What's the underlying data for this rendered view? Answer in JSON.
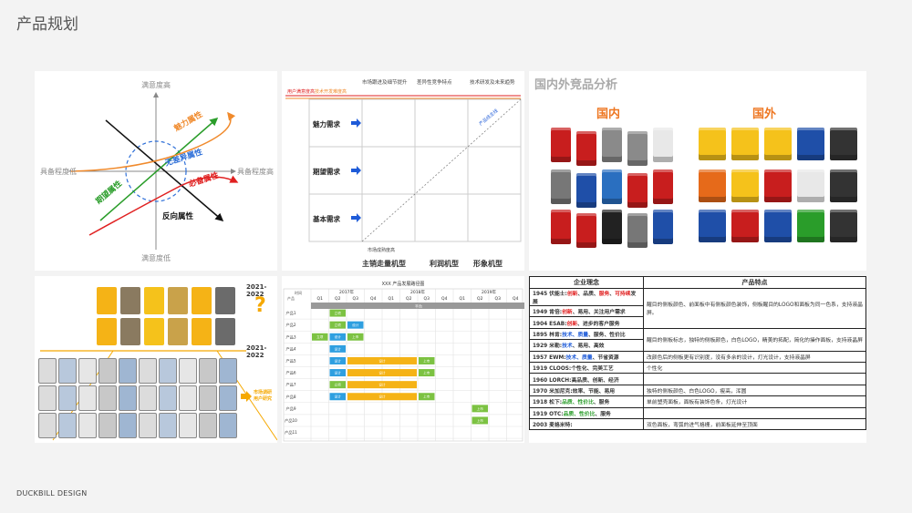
{
  "page": {
    "title": "产品规划",
    "footer": "DUCKBILL DESIGN"
  },
  "kano": {
    "top_label": "满意度高",
    "bottom_label": "满意度低",
    "left_label": "具备程度低",
    "right_label": "具备程度高",
    "charm": "魅力属性",
    "indifferent": "无差异属性",
    "must": "必备属性",
    "expected": "期望属性",
    "reverse": "反向属性",
    "colors": {
      "charm": "#f08a2c",
      "must": "#e02020",
      "expected": "#2a9d2a",
      "reverse": "#111111",
      "indifferent": "#2e6fd8"
    }
  },
  "matrix": {
    "top_labels": [
      "市场跟进及细节提升",
      "差异性竞争特点",
      "技术研发及未来趋势"
    ],
    "legend_red": "用户满意度高",
    "legend_orange": "技术开发难度高",
    "rows": [
      "魅力需求",
      "期望需求",
      "基本需求"
    ],
    "cols": [
      "主销走量机型",
      "利润机型",
      "形象机型"
    ],
    "bottom_note": "市场成熟度高",
    "diag_label": "产品线主线"
  },
  "competitor": {
    "title": "国内外竞品分析",
    "domestic": "国内",
    "foreign": "国外"
  },
  "evolution": {
    "year_top": "2021-2022",
    "year_mid": "2021-2022",
    "question": "?",
    "note1": "市场调研",
    "note2": "用户研究"
  },
  "gantt": {
    "title": "XXX 产品发展路径图",
    "row_header": "产品",
    "col_header": "时间",
    "years": [
      "2017年",
      "2018年",
      "2019年"
    ],
    "quarters": [
      "Q1",
      "Q2",
      "Q3",
      "Q4",
      "Q1",
      "Q2",
      "Q3",
      "Q4",
      "Q1",
      "Q2",
      "Q3",
      "Q4"
    ],
    "rows": [
      "产品1",
      "产品2",
      "产品3",
      "产品4",
      "产品5",
      "产品6",
      "产品7",
      "产品8",
      "产品9",
      "产品10",
      "产品11"
    ],
    "top_bar_label": "平台",
    "cell_label_a": "立项",
    "cell_label_b": "设计",
    "cell_label_c": "上市",
    "colors": {
      "green": "#7cc242",
      "blue": "#2e9fe0",
      "orange": "#f5b316",
      "gray": "#999999"
    }
  },
  "philosophy": {
    "head_left": "企业理念",
    "head_right": "产品特点",
    "rows": [
      {
        "pre": "1945 伏能士:",
        "parts": [
          [
            "创新",
            "r"
          ],
          [
            "、品质、",
            ""
          ],
          [
            "服务",
            "r"
          ],
          [
            "、",
            ""
          ],
          [
            "可持续",
            "r"
          ],
          [
            "发展",
            ""
          ]
        ]
      },
      {
        "pre": "1949 肯倍:",
        "parts": [
          [
            "创新",
            "r"
          ],
          [
            "、易用、关注用户需求",
            ""
          ]
        ]
      },
      {
        "pre": "1904 ESAB:",
        "parts": [
          [
            "创新",
            "r"
          ],
          [
            "、进步的客户服务",
            ""
          ]
        ]
      },
      {
        "pre": "1895 林肯:",
        "parts": [
          [
            "技术、质量",
            "b"
          ],
          [
            "、服务、性价比",
            ""
          ]
        ]
      },
      {
        "pre": "1929 米勒:",
        "parts": [
          [
            "技术",
            "b"
          ],
          [
            "、易用、高效",
            ""
          ]
        ]
      },
      {
        "pre": "1957 EWM:",
        "parts": [
          [
            "技术、质量",
            "b"
          ],
          [
            "、节省资源",
            ""
          ]
        ]
      },
      {
        "pre": "1919 CLOOS:",
        "parts": [
          [
            "个性化、完美工艺",
            ""
          ]
        ]
      },
      {
        "pre": "1960 LORCH:",
        "parts": [
          [
            "高品质、创新、经济",
            ""
          ]
        ]
      },
      {
        "pre": "1970 米加尼克:",
        "parts": [
          [
            "效率、节能、易用",
            ""
          ]
        ]
      },
      {
        "pre": "1918 松下:",
        "parts": [
          [
            "品质、性价比",
            "g"
          ],
          [
            "、服务",
            ""
          ]
        ]
      },
      {
        "pre": "1919 OTC:",
        "parts": [
          [
            "品质、性价比",
            "g"
          ],
          [
            "、服务",
            ""
          ]
        ]
      },
      {
        "pre": "2003 麦格米特:",
        "parts": []
      }
    ],
    "features": [
      {
        "row": 0,
        "span": 3,
        "text": "醒目的侧板颜色、前面板中有侧板颜色装饰，侧板醒目的LOGO和面板为同一色系，支持液晶屏。"
      },
      {
        "row": 3,
        "span": 2,
        "text": "醒目的侧板标志，独特的侧板颜色，白色LOGO，精美的拓配，简化的操作面板，支持液晶屏"
      },
      {
        "row": 5,
        "span": 1,
        "text": "改颜色后的侧板更有识别度，没有多余的设计，灯光设计，支持液晶屏"
      },
      {
        "row": 6,
        "span": 1,
        "text": "个性化"
      },
      {
        "row": 7,
        "span": 1,
        "text": ""
      },
      {
        "row": 8,
        "span": 1,
        "text": "独特的侧板颜色、白色LOGO，瘦高，浑圆"
      },
      {
        "row": 9,
        "span": 1,
        "text": "单前塑壳面板，面板有装饰色条，灯光设计"
      },
      {
        "row": 10,
        "span": 1,
        "text": ""
      },
      {
        "row": 11,
        "span": 1,
        "text": "双色面板，弯弧的进气格栅，前面板延伸至顶面"
      }
    ]
  }
}
